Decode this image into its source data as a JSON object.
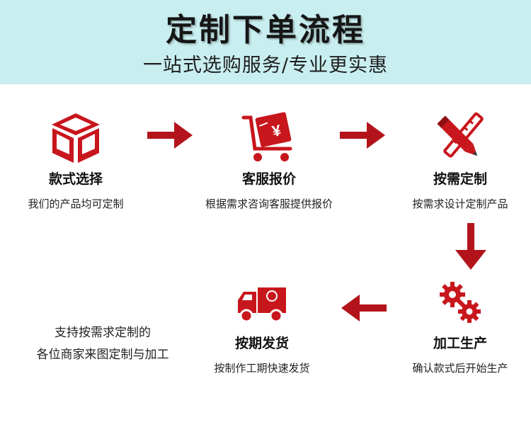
{
  "header": {
    "title": "定制下单流程",
    "subtitle": "一站式选购服务/专业更实惠"
  },
  "steps": [
    {
      "icon": "box-icon",
      "name": "款式选择",
      "desc": "我们的产品均可定制"
    },
    {
      "icon": "invoice-cart-icon",
      "name": "客服报价",
      "desc": "根据需求咨询客服提供报价"
    },
    {
      "icon": "pencil-design-icon",
      "name": "按需定制",
      "desc": "按需求设计定制产品"
    },
    {
      "icon": "gears-icon",
      "name": "加工生产",
      "desc": "确认款式后开始生产"
    },
    {
      "icon": "delivery-truck-icon",
      "name": "按期发货",
      "desc": "按制作工期快速发货"
    }
  ],
  "note": {
    "line1": "支持按需求定制的",
    "line2": "各位商家来图定制与加工"
  },
  "colors": {
    "header_bg": "#c9eef0",
    "icon_red": "#c8161d",
    "arrow_red": "#b3141c"
  }
}
